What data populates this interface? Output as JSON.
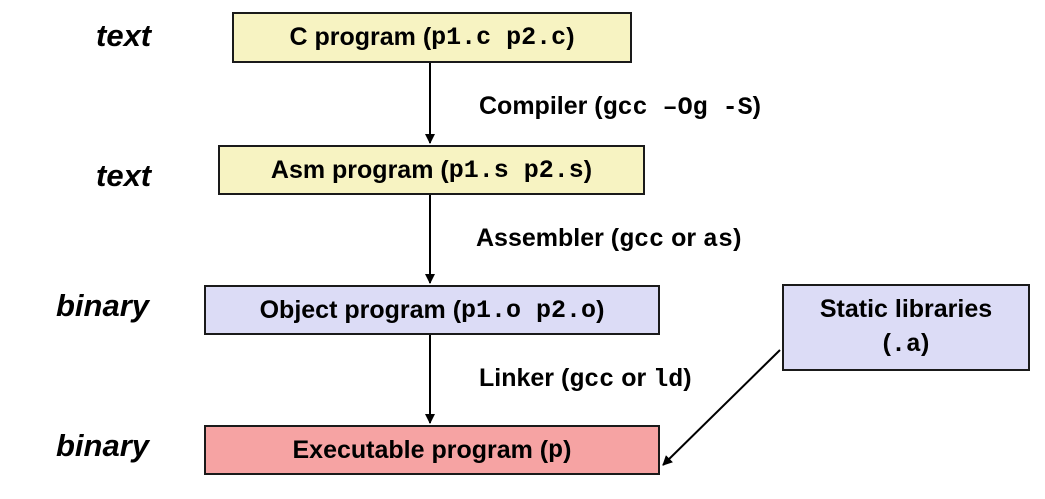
{
  "stages": [
    {
      "type_label": "text",
      "box_prefix": "C program (",
      "box_code": "p1.c p2.c",
      "box_suffix": ")"
    },
    {
      "type_label": "text",
      "box_prefix": "Asm program (",
      "box_code": "p1.s p2.s",
      "box_suffix": ")"
    },
    {
      "type_label": "binary",
      "box_prefix": "Object program (",
      "box_code": "p1.o p2.o",
      "box_suffix": ")"
    },
    {
      "type_label": "binary",
      "box_prefix": "Executable program (",
      "box_code": "p",
      "box_suffix": ")"
    }
  ],
  "steps": [
    {
      "prefix": "Compiler (",
      "code": "gcc –Og -S",
      "suffix": ")"
    },
    {
      "prefix": "Assembler (",
      "code": "gcc",
      "middle": " or ",
      "code2": "as",
      "suffix": ")"
    },
    {
      "prefix": "Linker (",
      "code": "gcc",
      "middle": " or ",
      "code2": "ld",
      "suffix": ")"
    }
  ],
  "libraries": {
    "line1": "Static libraries",
    "line2_prefix": "(",
    "line2_code": ".a",
    "line2_suffix": ")"
  },
  "colors": {
    "source_box": "#f7f3c2",
    "object_box": "#dcdcf6",
    "executable_box": "#f6a3a3",
    "arrow": "#000000"
  }
}
